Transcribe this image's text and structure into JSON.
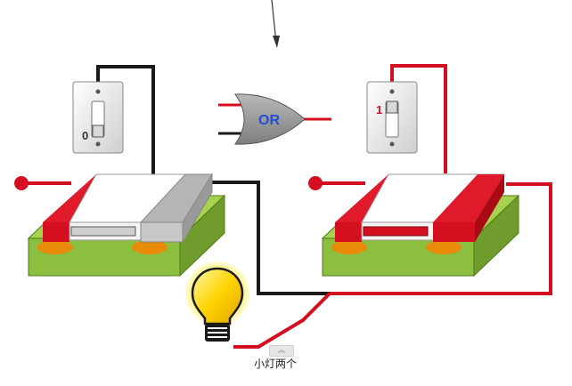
{
  "gate": {
    "label": "OR"
  },
  "switch_left": {
    "state_label": "0"
  },
  "switch_right": {
    "state_label": "1"
  },
  "caption": "小灯两个",
  "scroll_tab_glyph": "︽",
  "colors": {
    "wire_on": "#d40f1f",
    "wire_off": "#1a1a1a",
    "gate_fill": "#9a9a9a",
    "gate_text": "#1f4fd6",
    "substrate": "#8cbf3f",
    "terminal": "#e88a0a",
    "bulb": "#ffd400"
  }
}
